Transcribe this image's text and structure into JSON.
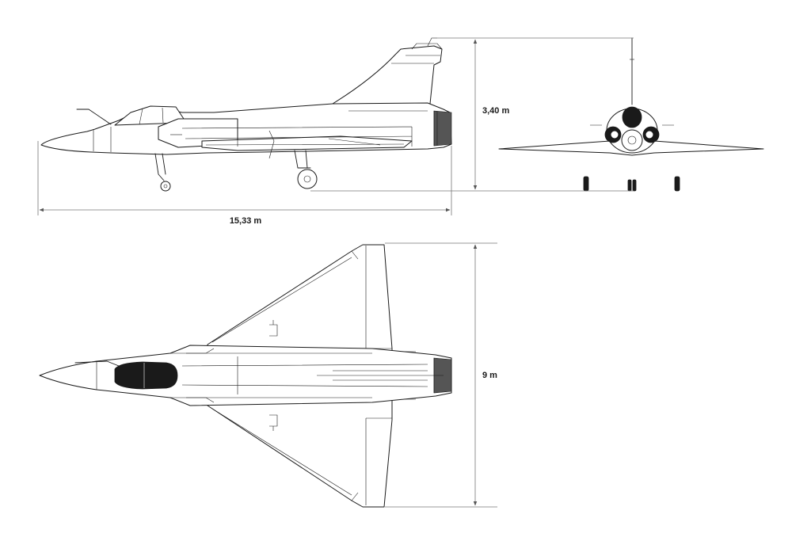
{
  "dimensions": {
    "length": "15,33 m",
    "height": "3,40 m",
    "wingspan": "9 m"
  }
}
